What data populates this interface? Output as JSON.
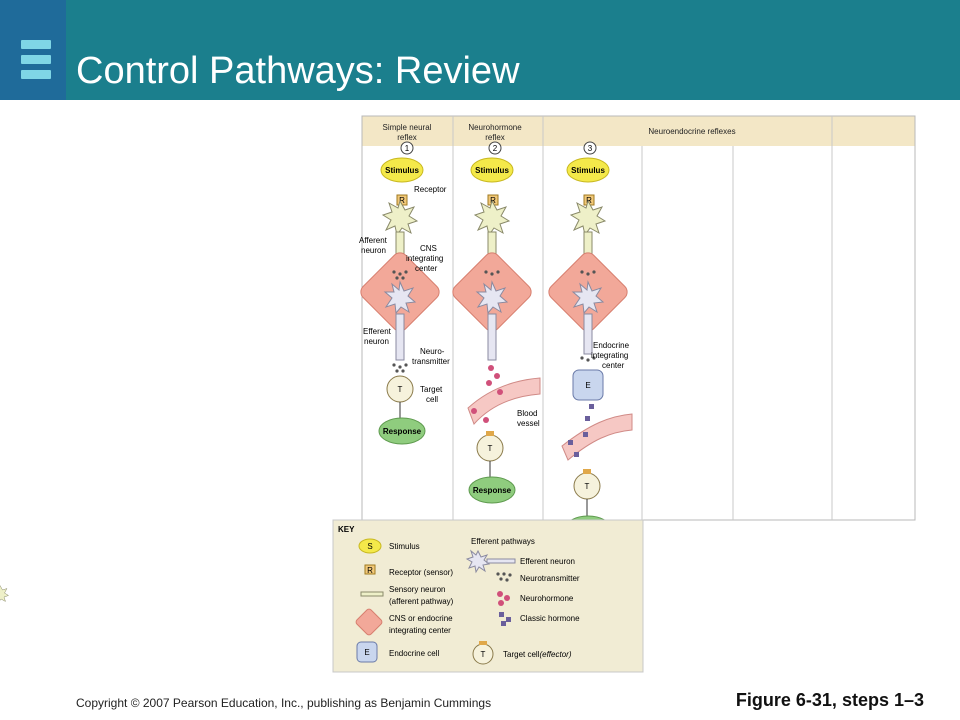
{
  "header": {
    "title": "Control Pathways: Review"
  },
  "diagram": {
    "columns": {
      "col1": "Simple neural reflex",
      "col1_line1": "Simple neural",
      "col1_line2": "reflex",
      "col2_line1": "Neurohormone",
      "col2_line2": "reflex",
      "col3": "Neuroendocrine reflexes"
    },
    "numbers": [
      "1",
      "2",
      "3"
    ],
    "stimulus": "Stimulus",
    "receptor_letter": "R",
    "target_letter": "T",
    "endocrine_letter": "E",
    "response": "Response",
    "labels": {
      "receptor": "Receptor",
      "afferent_1": "Afferent",
      "afferent_2": "neuron",
      "cns_1": "CNS",
      "cns_2": "integrating",
      "cns_3": "center",
      "efferent_1": "Efferent",
      "efferent_2": "neuron",
      "neuro_1": "Neuro-",
      "neuro_2": "transmitter",
      "target_1": "Target",
      "target_2": "cell",
      "blood_1": "Blood",
      "blood_2": "vessel",
      "endocrine_1": "Endocrine",
      "endocrine_2": "integrating",
      "endocrine_3": "center"
    },
    "key": {
      "title": "KEY",
      "stimulus_letter": "S",
      "stimulus": "Stimulus",
      "receptor": "Receptor (sensor)",
      "sensory_1": "Sensory neuron",
      "sensory_2": "(afferent pathway)",
      "cns_1": "CNS or endocrine",
      "cns_2": "integrating center",
      "endocrine": "Endocrine cell",
      "efferent_pathways": "Efferent pathways",
      "efferent_neuron": "Efferent neuron",
      "neurotransmitter": "Neurotransmitter",
      "neurohormone": "Neurohormone",
      "classic_hormone": "Classic hormone",
      "target_prefix": "Target cell",
      "target_effector": "(effector)"
    }
  },
  "footer": {
    "copyright": "Copyright © 2007 Pearson Education, Inc., publishing as Benjamin Cummings",
    "figure": "Figure 6-31, steps 1–3"
  },
  "colors": {
    "header_bg": "#1b7f8d",
    "logo_bg": "#1f6b9a",
    "stimulus": "#f4e94a",
    "response": "#8fcc7e",
    "integrating_center": "#f2a899",
    "header_band": "#f3e7c6",
    "neuron": "#eef0c8",
    "neurohormone": "#d0507a",
    "classic_hormone": "#6a5f9c"
  }
}
